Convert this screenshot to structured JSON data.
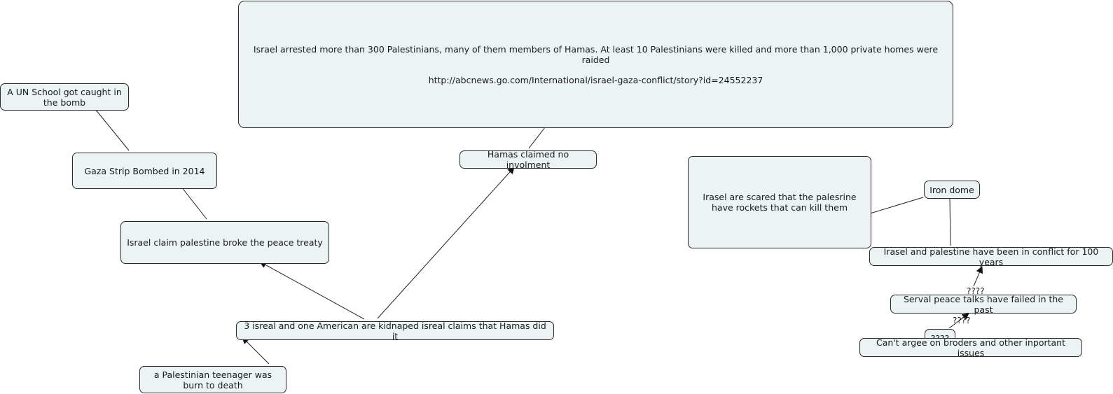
{
  "colors": {
    "node_fill": "#ecf3f5",
    "node_border": "#2a2a2a",
    "line": "#222222"
  },
  "nodes": {
    "news": {
      "text": "Israel arrested more than 300 Palestinians, many of them members of Hamas. At least 10 Palestinians were killed and more than 1,000 private homes were raided",
      "link": "http://abcnews.go.com/International/israel-gaza-conflict/story?id=24552237"
    },
    "un_school": "A UN School  got caught in the bomb",
    "gaza": "Gaza Strip Bombed in 2014",
    "peace_treaty": "Israel claim palestine broke the peace treaty",
    "hamas_claim": "Hamas claimed no involment",
    "kidnap": "3 isreal and one American are kidnaped  isreal claims that Hamas did it",
    "teen": "a Palestinian teenager was burn to death",
    "scared": "Irasel are scared that the palesrine have rockets that can kill them",
    "iron_dome": "Iron dome",
    "conflict": "Irasel and palestine have been in conflict for 100 years",
    "talks": "Serval peace talks have failed in the past",
    "small_node": "????",
    "borders": "Can't argee on broders and other inportant issues"
  },
  "link_labels": {
    "talks_to_conflict": "????",
    "borders_to_talks": "????"
  }
}
